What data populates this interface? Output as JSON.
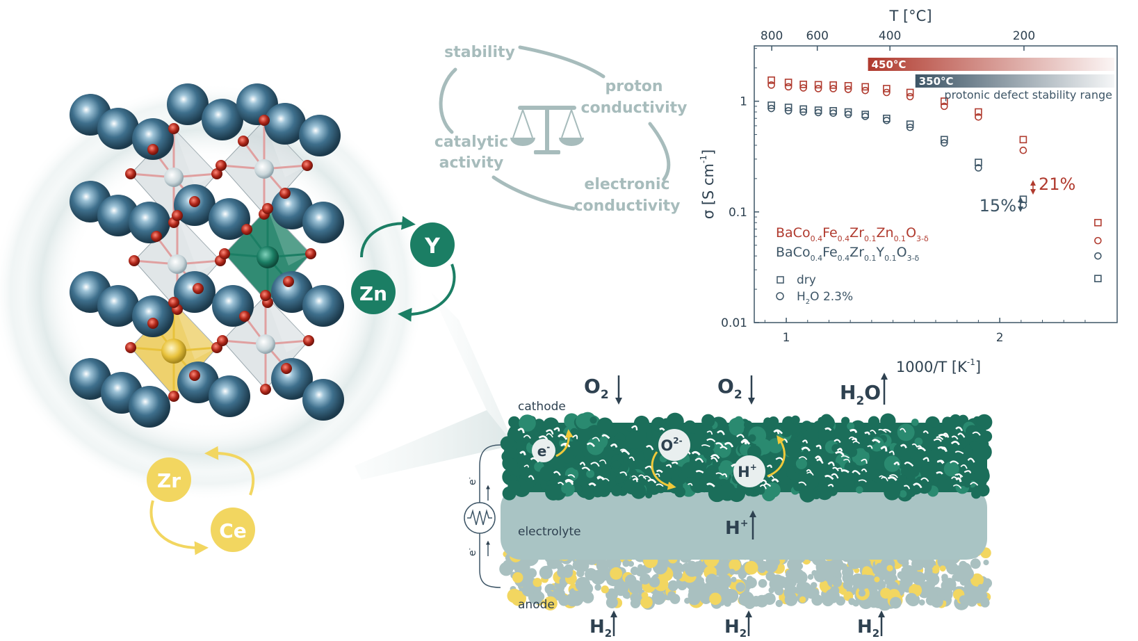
{
  "cycle_labels": {
    "stability": "stability",
    "proton_1": "proton",
    "proton_2": "conductivity",
    "catalytic_1": "catalytic",
    "catalytic_2": "activity",
    "electronic_1": "electronic",
    "electronic_2": "conductivity"
  },
  "dopants": {
    "green_a": "Y",
    "green_b": "Zn",
    "yellow_a": "Zr",
    "yellow_b": "Ce"
  },
  "cell": {
    "cathode": "cathode",
    "electrolyte": "electrolyte",
    "anode": "anode",
    "o2_left": "O",
    "o2_left_sub": "2",
    "o2_mid": "O",
    "o2_mid_sub": "2",
    "h2o_top": "H",
    "h2o_top_sub": "2",
    "h2o_top_end": "O",
    "electron": "e",
    "electron_sup": "-",
    "oxide_ion": "O",
    "oxide_ion_sup": "2-",
    "proton": "H",
    "proton_sup": "+",
    "proton_electrolyte": "H",
    "proton_electrolyte_sup": "+",
    "h2_1": "H",
    "h2_1_sub": "2",
    "h2_2": "H",
    "h2_2_sub": "2",
    "h2_3": "H",
    "h2_3_sub": "2",
    "wire_e_top": "e",
    "wire_e_top_sup": "-",
    "wire_e_bottom": "e",
    "wire_e_bottom_sup": "-"
  },
  "colors": {
    "teal_dark": "#1b6e5a",
    "teal_light": "#a9c4c4",
    "slate": "#3d5566",
    "red": "#b03a2e",
    "yellow": "#f2d660",
    "label_grey": "#a7bcbc"
  },
  "chart_data": {
    "type": "scatter",
    "title": "",
    "xlabel": "1000/T [K",
    "xlabel_sup": "-1",
    "xlabel_end": "]",
    "ylabel": "σ [S cm",
    "ylabel_sup": "-1",
    "ylabel_end": "]",
    "top_axis_label": "T [°C]",
    "xlim": [
      0.85,
      2.55
    ],
    "ylim_log10": [
      -2,
      0.5
    ],
    "x_ticks": [
      1,
      2
    ],
    "y_ticks": [
      {
        "value": 1,
        "label": "1"
      },
      {
        "value": 0.1,
        "label": "0.1"
      },
      {
        "value": 0.01,
        "label": "0.01"
      }
    ],
    "top_ticks": [
      800,
      600,
      400,
      200
    ],
    "bands": [
      {
        "label": "450°C",
        "color": "#b03a2e",
        "from_celsius": 450
      },
      {
        "label": "350°C",
        "color": "#3d5566",
        "from_celsius": 350
      }
    ],
    "band_caption": "protonic defect stability range",
    "legend": {
      "zn_parts": [
        "BaCo",
        "0.4",
        "Fe",
        "0.4",
        "Zr",
        "0.1",
        "Zn",
        "0.1",
        "O",
        "3-δ"
      ],
      "y_parts": [
        "BaCo",
        "0.4",
        "Fe",
        "0.4",
        "Zr",
        "0.1",
        "Y",
        "0.1",
        "O",
        "3-δ"
      ],
      "dry": "dry",
      "wet_main": "H",
      "wet_sub": "2",
      "wet_end": "O 2.3%"
    },
    "annotations": {
      "zn_change": "21%",
      "y_change": "15%"
    },
    "series": [
      {
        "name": "BaCo0.4Fe0.4Zr0.1Zn0.1O3-δ dry",
        "color": "#b03a2e",
        "marker": "square",
        "x": [
          0.93,
          1.01,
          1.08,
          1.15,
          1.22,
          1.29,
          1.37,
          1.47,
          1.58,
          1.74,
          1.9,
          2.11,
          2.46
        ],
        "y": [
          1.55,
          1.48,
          1.42,
          1.41,
          1.4,
          1.38,
          1.35,
          1.3,
          1.2,
          1.0,
          0.8,
          0.45,
          0.08
        ]
      },
      {
        "name": "BaCo0.4Fe0.4Zr0.1Zn0.1O3-δ H2O 2.3%",
        "color": "#b03a2e",
        "marker": "circle",
        "x": [
          0.93,
          1.01,
          1.08,
          1.15,
          1.22,
          1.29,
          1.37,
          1.47,
          1.58,
          1.74,
          1.9,
          2.11,
          2.46
        ],
        "y": [
          1.4,
          1.35,
          1.32,
          1.3,
          1.3,
          1.28,
          1.25,
          1.2,
          1.1,
          0.9,
          0.72,
          0.36,
          0.055
        ]
      },
      {
        "name": "BaCo0.4Fe0.4Zr0.1Y0.1O3-δ dry",
        "color": "#3d5566",
        "marker": "square",
        "x": [
          0.93,
          1.01,
          1.08,
          1.15,
          1.22,
          1.29,
          1.37,
          1.47,
          1.58,
          1.74,
          1.9,
          2.11,
          2.46
        ],
        "y": [
          0.92,
          0.88,
          0.85,
          0.83,
          0.82,
          0.8,
          0.76,
          0.7,
          0.62,
          0.45,
          0.28,
          0.13,
          0.025
        ]
      },
      {
        "name": "BaCo0.4Fe0.4Zr0.1Y0.1O3-δ H2O 2.3%",
        "color": "#3d5566",
        "marker": "circle",
        "x": [
          0.93,
          1.01,
          1.08,
          1.15,
          1.22,
          1.29,
          1.37,
          1.47,
          1.58,
          1.74,
          1.9,
          2.11,
          2.46
        ],
        "y": [
          0.86,
          0.82,
          0.8,
          0.79,
          0.78,
          0.76,
          0.73,
          0.67,
          0.58,
          0.42,
          0.25,
          0.115,
          0.04
        ]
      }
    ]
  }
}
